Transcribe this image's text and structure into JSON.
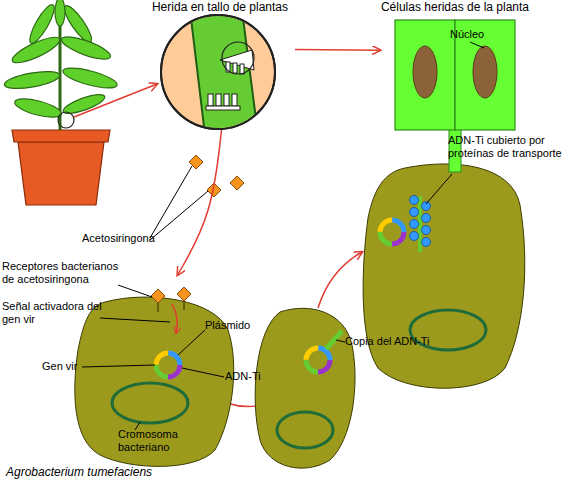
{
  "diagram": {
    "nodes": [
      {
        "text": [
          "Herida en tallo de plantas"
        ]
      },
      {
        "text": [
          "Células heridas de la planta"
        ]
      },
      {
        "text": [
          "Agrobacterium tumefaciens"
        ]
      }
    ],
    "edges": [
      {
        "from": 0,
        "to": 1,
        "arrow": "to"
      },
      {
        "from": 0,
        "to": 2,
        "arrow": "to"
      }
    ],
    "labels": [
      "Núcleo",
      "ADN-Ti cubierto por proteínas de transporte",
      "Acetosiringona",
      "Receptores bacterianos de acetosiringona",
      "Señal activadora del gen vir",
      "Gen vir",
      "Plásmido",
      "ADN-Ti",
      "Copia del ADN-Ti",
      "Cromosoma bacteriano"
    ]
  }
}
